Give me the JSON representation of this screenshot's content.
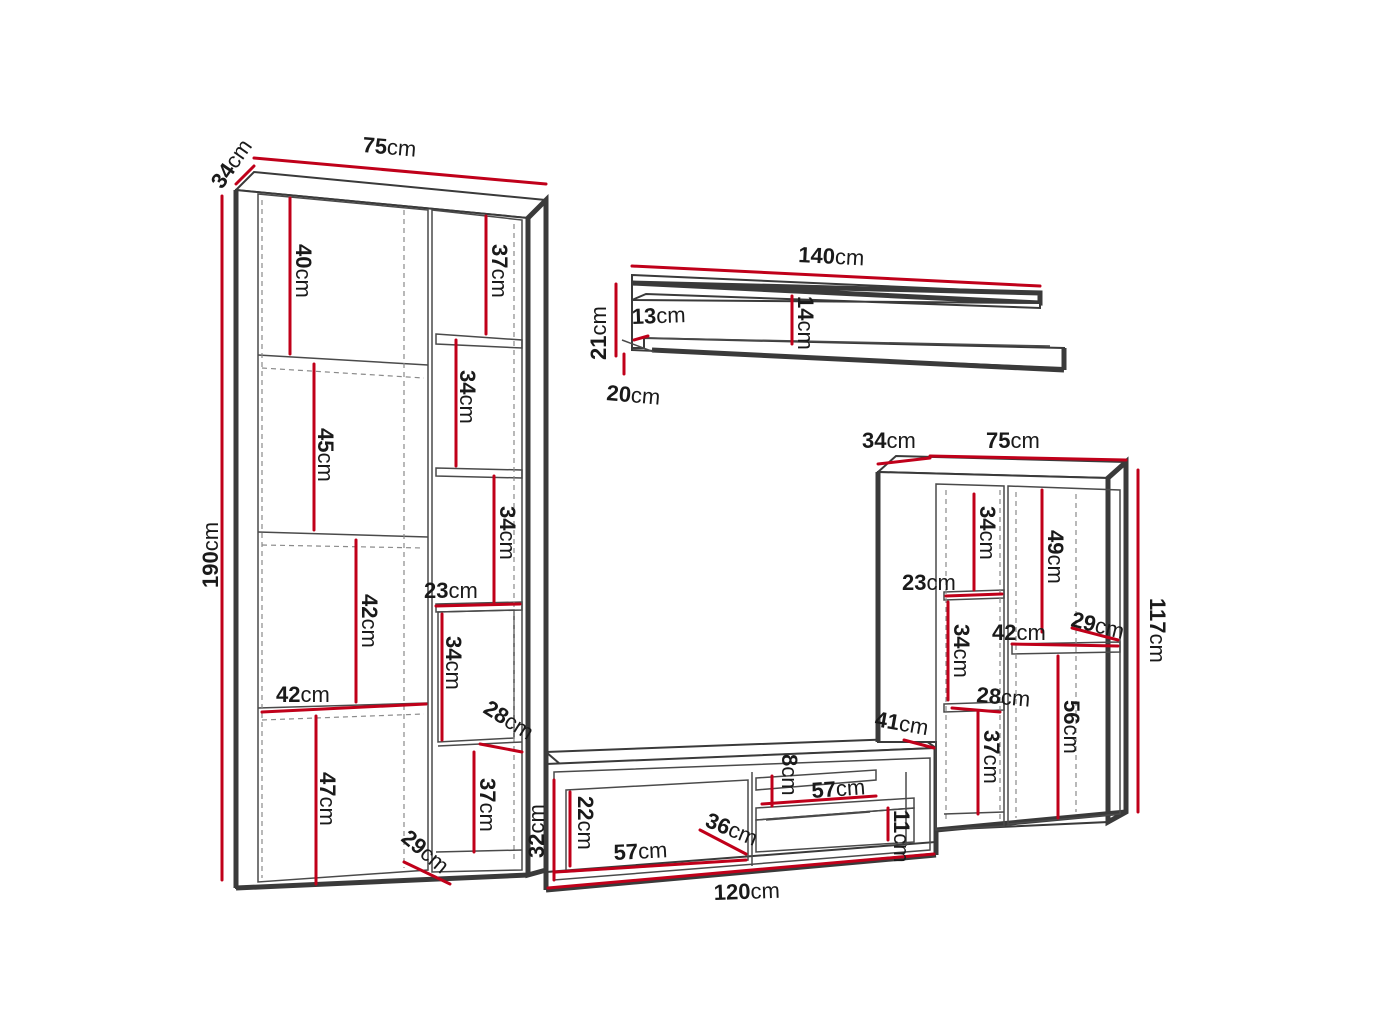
{
  "diagram": {
    "labels": {
      "tall_depth": "34",
      "tall_width": "75",
      "tall_height": "190",
      "tall_left_s1": "40",
      "tall_left_s2": "45",
      "tall_left_s3": "42",
      "tall_left_s3_width": "42",
      "tall_left_s4": "47",
      "tall_left_depth": "29",
      "tall_right_s1": "37",
      "tall_right_s2": "34",
      "tall_right_s3": "34",
      "tall_right_width": "23",
      "tall_right_s4": "34",
      "tall_right_depth": "28",
      "tall_right_s5": "37",
      "shelf_width": "140",
      "shelf_height": "21",
      "shelf_inner_a": "13",
      "shelf_inner_b": "14",
      "shelf_depth": "20",
      "tv_height": "32",
      "tv_left_h": "22",
      "tv_left_w": "57",
      "tv_left_d": "36",
      "tv_right_top_h": "8",
      "tv_right_w": "57",
      "tv_right_bottom_h": "11",
      "tv_width": "120",
      "tv_depth": "41",
      "small_depth": "34",
      "small_width": "75",
      "small_height": "117",
      "small_left_s1": "34",
      "small_left_width": "23",
      "small_left_s2": "34",
      "small_left_depth": "28",
      "small_left_s3": "37",
      "small_right_s1": "49",
      "small_right_width": "42",
      "small_right_depth": "29",
      "small_right_s2": "56"
    },
    "unit": "cm"
  }
}
